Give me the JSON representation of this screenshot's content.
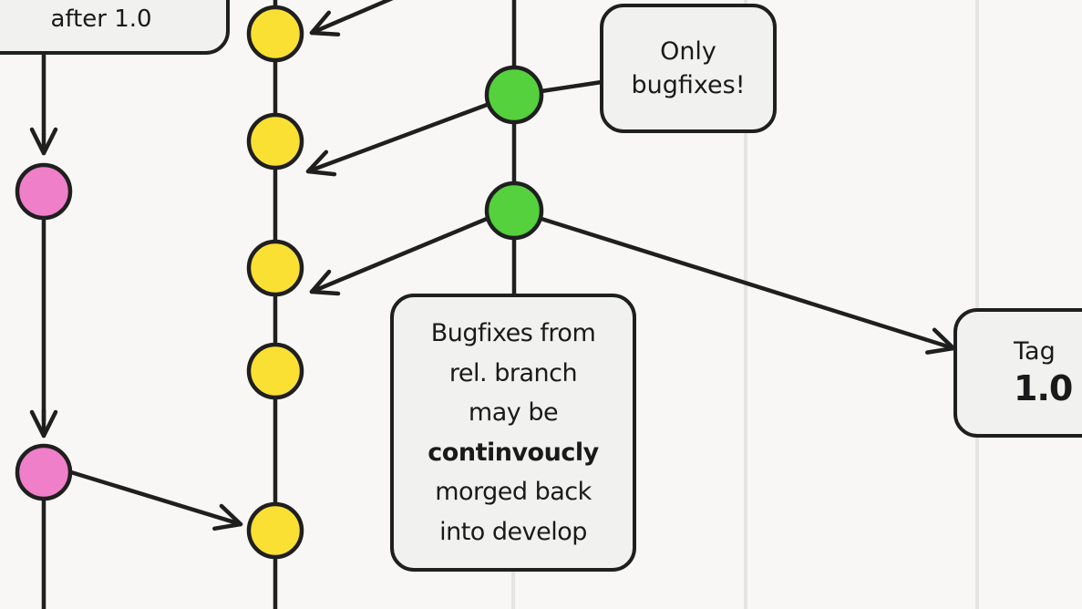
{
  "colors": {
    "background": "#f8f7f5",
    "line": "#1f1f1f",
    "grid": "#e4e4e2",
    "pink_commit": "#ee7fc8",
    "yellow_commit": "#fbe034",
    "green_commit": "#55d13d",
    "callout_fill": "#f1f1f0"
  },
  "callouts": {
    "after": {
      "text": "after 1.0"
    },
    "only": {
      "line1": "Only",
      "line2": "bugfixes!"
    },
    "bugfixes": {
      "line1": "Bugfixes from",
      "line2": "rel. branch",
      "line3": "may be",
      "line4_bold": "continvoucly",
      "line5": "morged back",
      "line6": "into develop"
    },
    "tag": {
      "label": "Tag",
      "version": "1.0"
    }
  }
}
